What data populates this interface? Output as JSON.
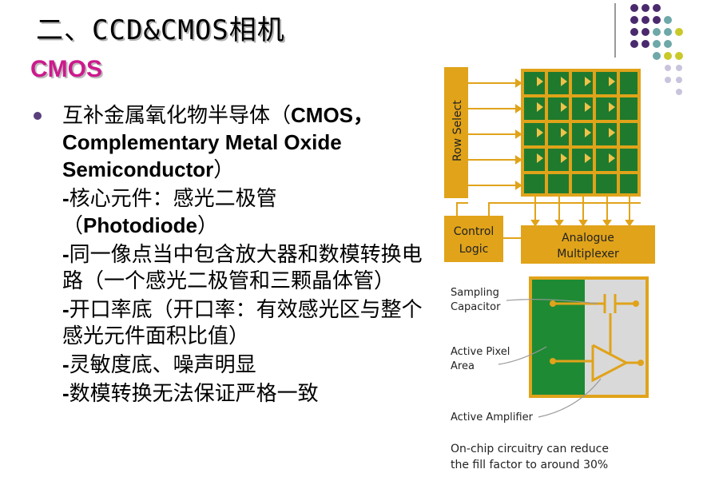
{
  "title": "二、CCD&CMOS相机",
  "subtitle": "CMOS",
  "bullet": {
    "lead": "互补金属氧化物半导体（",
    "term": "CMOS，Complementary Metal Oxide Semiconductor",
    "tail": "）"
  },
  "items": [
    {
      "dash": "-",
      "text": "核心元件：感光二极管（",
      "term": "Photodiode",
      "tail": "）"
    },
    {
      "dash": "-",
      "text": "同一像点当中包含放大器和数模转换电路（一个感光二极管和三颗晶体管）"
    },
    {
      "dash": "-",
      "text": "开口率底（开口率：有效感光区与整个感光元件面积比值）"
    },
    {
      "dash": "-",
      "text": "灵敏度底、噪声明显"
    },
    {
      "dash": "-",
      "text": "数模转换无法保证严格一致"
    }
  ],
  "figure": {
    "row_select": "Row Select",
    "control_logic": [
      "Control",
      "Logic"
    ],
    "mux": [
      "Analogue",
      "Multiplexer"
    ],
    "sampling_capacitor": [
      "Sampling",
      "Capacitor"
    ],
    "active_pixel_area": [
      "Active Pixel",
      "Area"
    ],
    "active_amplifier": "Active Amplifier",
    "caption": [
      "On-chip circuitry can reduce",
      "the fill factor to around 30%"
    ]
  },
  "colors": {
    "gold": "#e0a31a",
    "green": "#1f7a2e",
    "title_magenta": "#cc1a8c",
    "purple": "#5a3f7d",
    "teal": "#5aa0a0",
    "lime": "#c8c81e"
  }
}
